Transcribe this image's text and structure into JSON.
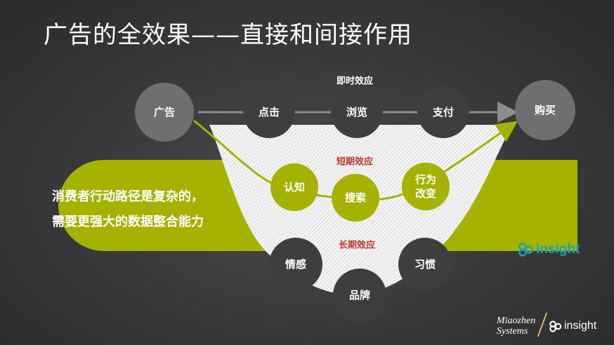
{
  "title": "广告的全效果——直接和间接作用",
  "sections": {
    "immediate": "即时效应",
    "short_term": "短期效应",
    "long_term": "长期效应"
  },
  "nodes": {
    "ad": "广告",
    "click": "点击",
    "browse": "浏览",
    "pay": "支付",
    "purchase": "购买",
    "awareness": "认知",
    "search": "搜索",
    "behavior": [
      "行为",
      "改变"
    ],
    "emotion": "情感",
    "brand": "品牌",
    "habit": "习惯"
  },
  "banner": {
    "line1": "消费者行动路径是复杂的，",
    "line2": "需要更强大的数据整合能力"
  },
  "logos": {
    "insight": "insight",
    "miaozhen_line1": "Miaozhen",
    "miaozhen_line2": "Systems"
  },
  "colors": {
    "olive": "#a5b200",
    "dark_node": "#3c3f3e",
    "gray_node": "#6f6f6f",
    "red_label": "#c0392b",
    "teal": "#1aa0b8"
  }
}
